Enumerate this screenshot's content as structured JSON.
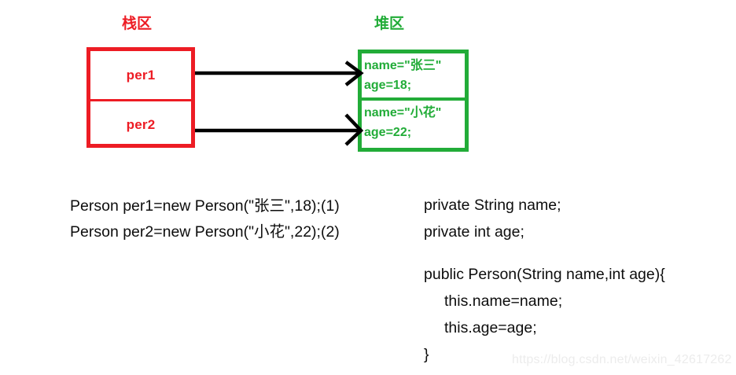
{
  "diagram": {
    "stack": {
      "label": "栈区",
      "color": "#ed1c24",
      "cells": [
        {
          "text": "per1"
        },
        {
          "text": "per2"
        }
      ]
    },
    "heap": {
      "label": "堆区",
      "color": "#22ac38",
      "cells": [
        {
          "line1": "name=\"张三\"",
          "line2": "age=18;"
        },
        {
          "line1": "name=\"小花\"",
          "line2": "age=22;"
        }
      ]
    },
    "arrows": [
      {
        "from": "per1",
        "to": "heap-object-1"
      },
      {
        "from": "per2",
        "to": "heap-object-2"
      }
    ]
  },
  "code_left": {
    "lines": [
      "Person per1=new Person(\"张三\",18);(1)",
      "Person per2=new Person(\"小花\",22);(2)"
    ]
  },
  "code_right": {
    "lines": [
      "private String name;",
      "private int age;",
      "",
      "public Person(String name,int age){",
      "this.name=name;",
      "this.age=age;",
      "}"
    ]
  },
  "watermark": {
    "text": "https://blog.csdn.net/weixin_42617262"
  }
}
